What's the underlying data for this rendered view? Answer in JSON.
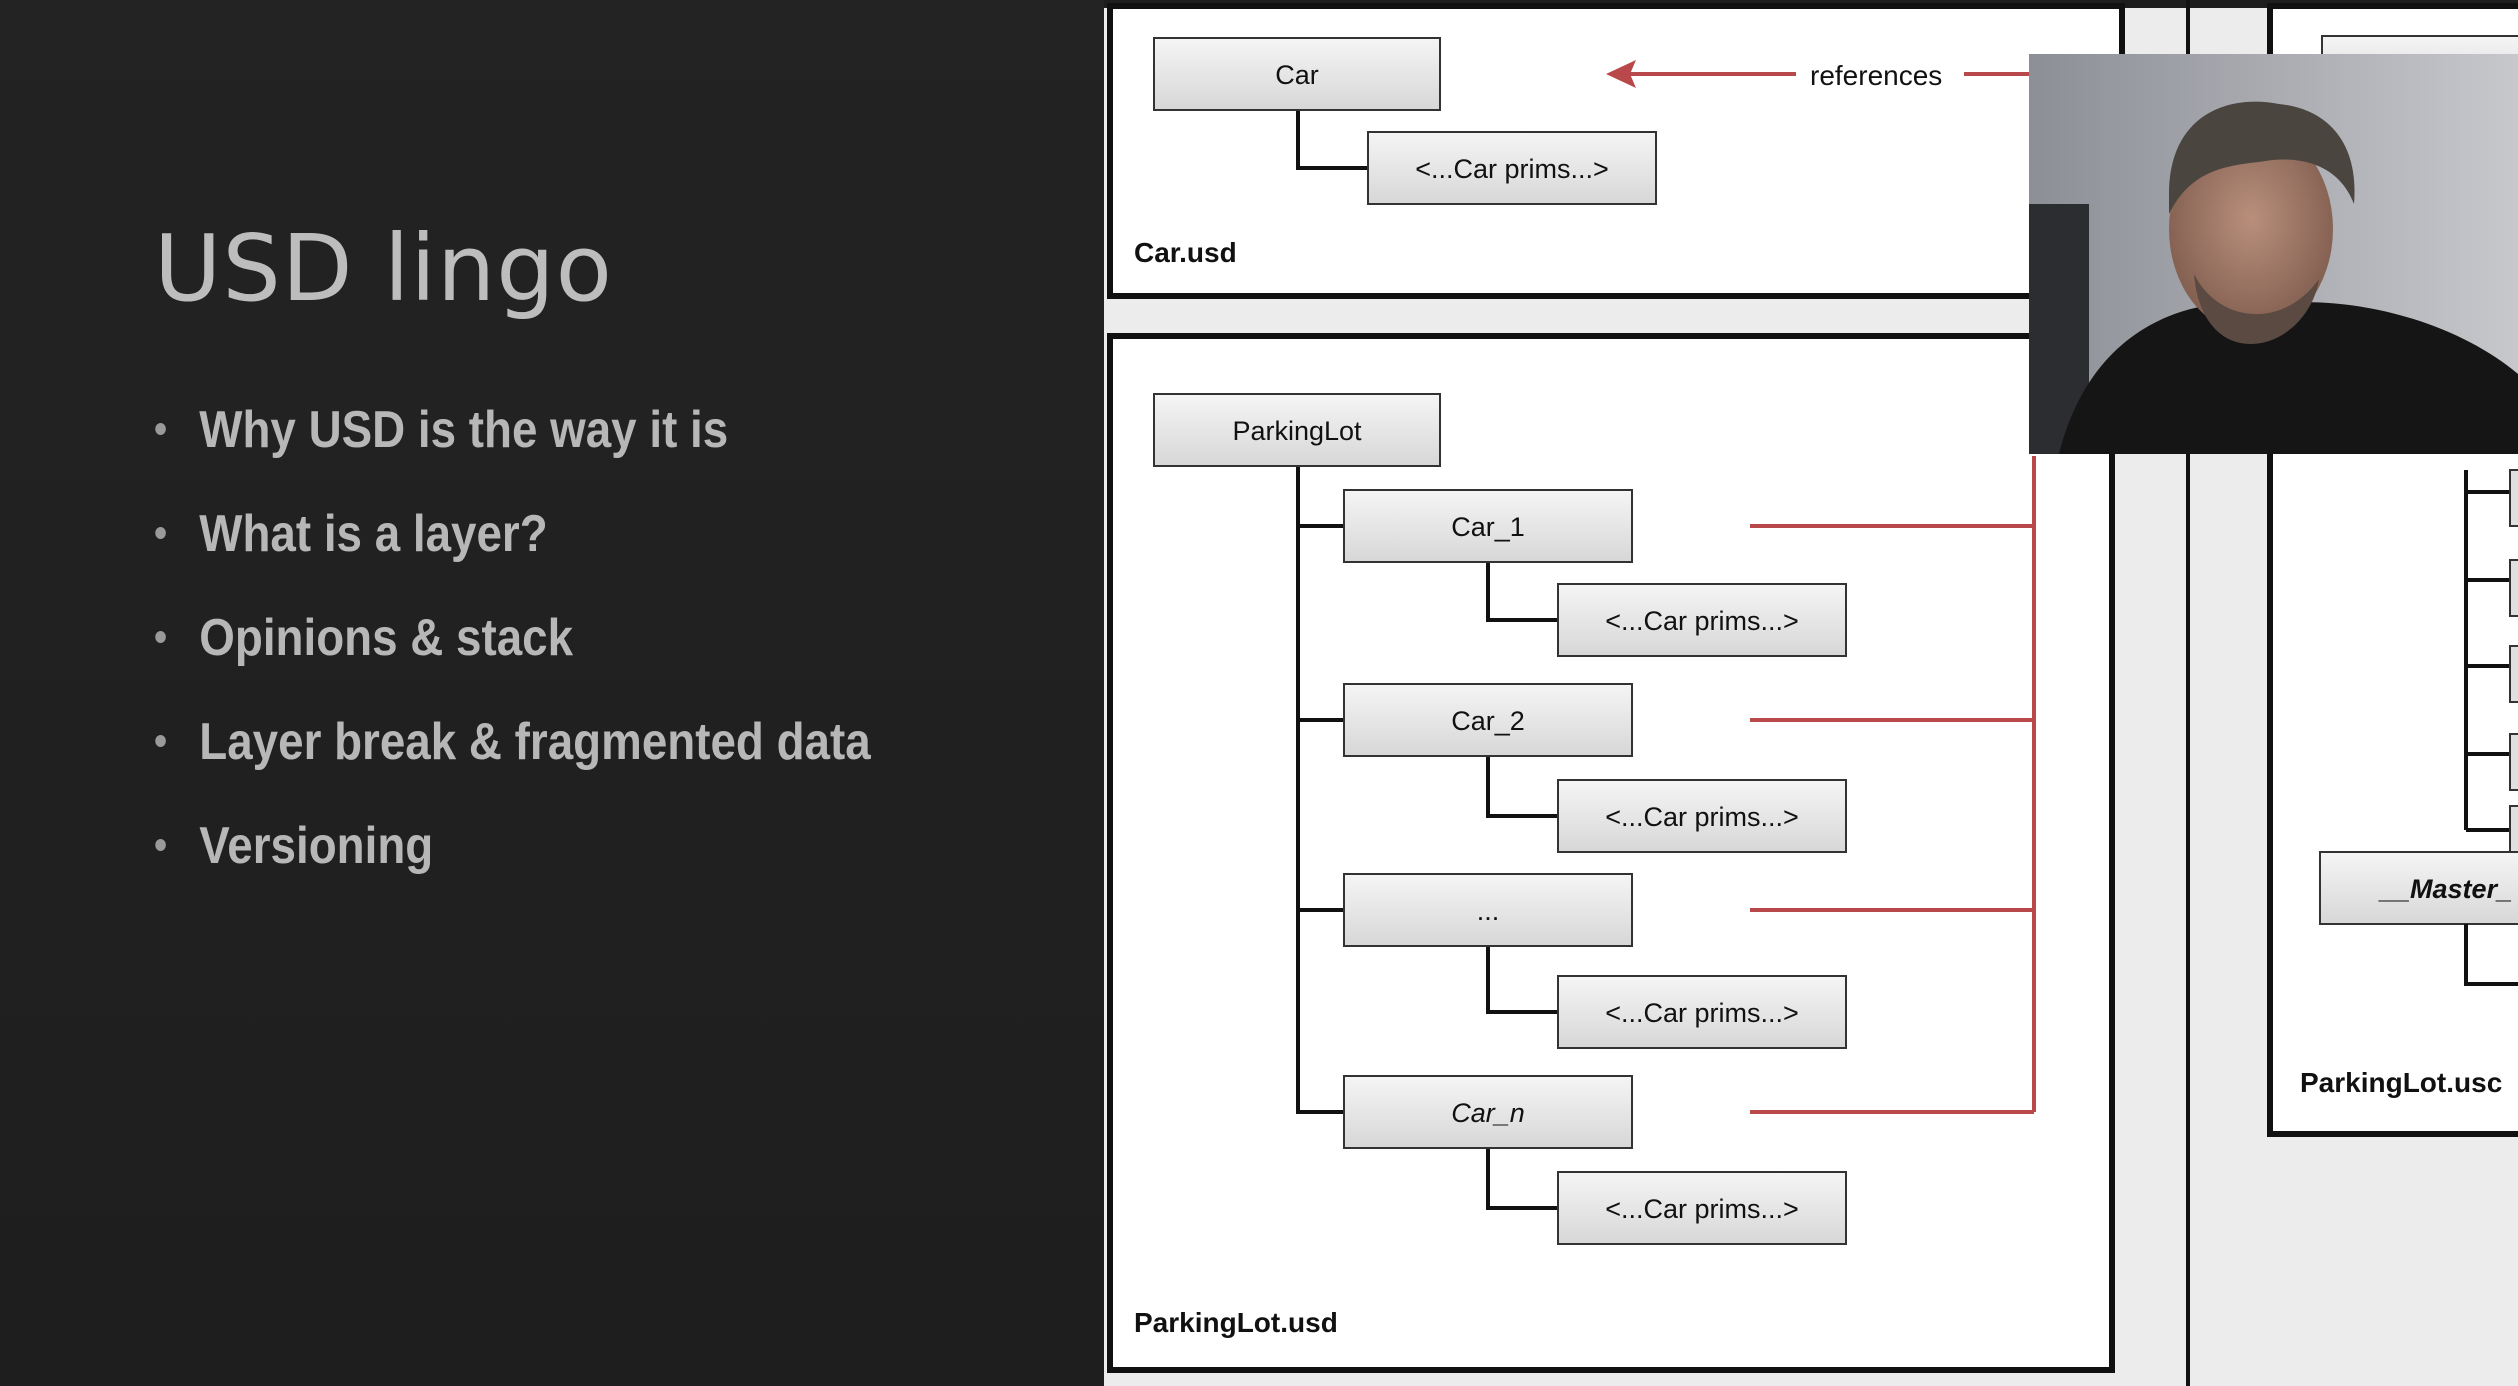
{
  "slide": {
    "title": "USD lingo",
    "bullets": [
      "Why USD is the way it is",
      "What is a layer?",
      "Opinions & stack",
      "Layer break & fragmented data",
      "Versioning"
    ]
  },
  "diagram": {
    "car_usd": {
      "root": "Car",
      "child": "<...Car prims...>",
      "file": "Car.usd",
      "arrow_label": "references"
    },
    "parkinglot_usd": {
      "root": "ParkingLot",
      "cars": [
        "Car_1",
        "Car_2",
        "...",
        "Car_n"
      ],
      "child": "<...Car prims...>",
      "file": "ParkingLot.usd"
    },
    "right_panel": {
      "master_label": "__Master_",
      "file": "ParkingLot.usc"
    },
    "colors": {
      "reference_line": "#b8484a",
      "box_fill_top": "#f4f4f4",
      "box_fill_bottom": "#d9d9d9"
    }
  },
  "webcam": {
    "icon": "person-video-icon"
  }
}
